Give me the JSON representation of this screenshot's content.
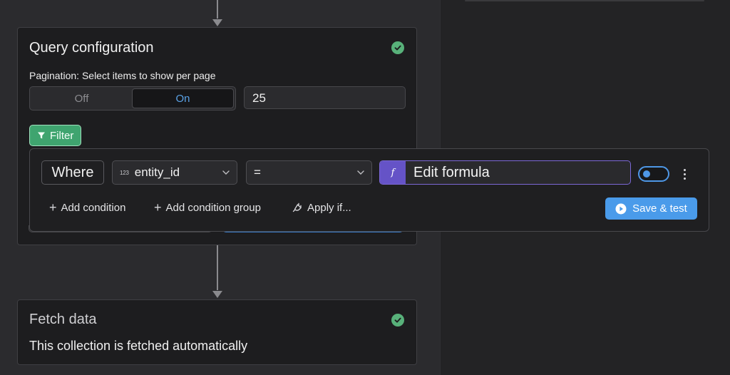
{
  "query_card": {
    "title": "Query configuration",
    "status_icon": "check-circle-icon",
    "pagination_label": "Pagination: Select items to show per page",
    "pagination_options": [
      "Off",
      "On"
    ],
    "pagination_selected": "On",
    "per_page_value": "25",
    "filter_label": "Filter"
  },
  "filter_popover": {
    "where_label": "Where",
    "field_value": "entity_id",
    "field_type_glyph": "123",
    "operator_value": "=",
    "formula_label": "Edit formula",
    "formula_icon": "f",
    "actions": {
      "add_condition": "Add condition",
      "add_condition_group": "Add condition group",
      "apply_if": "Apply if..."
    },
    "save_test_label": "Save & test"
  },
  "fetch_card": {
    "title": "Fetch data",
    "status_icon": "check-circle-icon",
    "description": "This collection is fetched automatically"
  },
  "colors": {
    "accent_blue": "#4a9bea",
    "filter_green": "#3fa46f",
    "formula_purple": "#6553c7",
    "check_green": "#58b17a"
  }
}
